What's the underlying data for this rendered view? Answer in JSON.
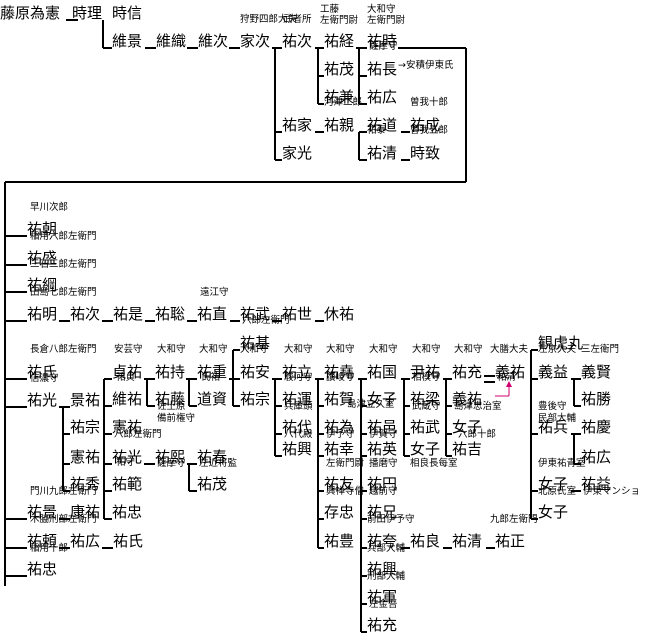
{
  "people": [
    {
      "id": "p1",
      "n": "藤原為憲"
    },
    {
      "id": "p2",
      "n": "時理"
    },
    {
      "id": "p3",
      "n": "時信"
    },
    {
      "id": "p4",
      "n": "維景"
    },
    {
      "id": "p5",
      "n": "維織"
    },
    {
      "id": "p6",
      "n": "維次"
    },
    {
      "id": "p7",
      "n": "家次"
    },
    {
      "id": "p8",
      "n": "祐次"
    },
    {
      "id": "p9",
      "n": "祐経"
    },
    {
      "id": "p10",
      "n": "祐時"
    },
    {
      "id": "p11",
      "n": "祐茂"
    },
    {
      "id": "p12",
      "n": "祐長"
    },
    {
      "id": "p13",
      "n": "祐兼"
    },
    {
      "id": "p14",
      "n": "祐広"
    },
    {
      "id": "p15",
      "n": "祐家"
    },
    {
      "id": "p16",
      "n": "祐親"
    },
    {
      "id": "p17",
      "n": "祐道"
    },
    {
      "id": "p18",
      "n": "祐成"
    },
    {
      "id": "p19",
      "n": "祐清"
    },
    {
      "id": "p20",
      "n": "時致"
    },
    {
      "id": "p21",
      "n": "家光"
    },
    {
      "id": "q1",
      "n": "祐朝"
    },
    {
      "id": "q2",
      "n": "祐盛"
    },
    {
      "id": "q3",
      "n": "祐綱"
    },
    {
      "id": "q4",
      "n": "祐明"
    },
    {
      "id": "q5",
      "n": "祐次"
    },
    {
      "id": "q6",
      "n": "祐是"
    },
    {
      "id": "q7",
      "n": "祐聡"
    },
    {
      "id": "q8",
      "n": "祐直"
    },
    {
      "id": "q9",
      "n": "祐武"
    },
    {
      "id": "q10",
      "n": "祐世"
    },
    {
      "id": "q11",
      "n": "休祐"
    },
    {
      "id": "q12",
      "n": "祐氏"
    },
    {
      "id": "q13",
      "n": "祐光"
    },
    {
      "id": "r1",
      "n": "景祐"
    },
    {
      "id": "r2",
      "n": "祐宗"
    },
    {
      "id": "r3",
      "n": "憲祐"
    },
    {
      "id": "r4",
      "n": "祐秀"
    },
    {
      "id": "r5",
      "n": "貞祐"
    },
    {
      "id": "r6",
      "n": "維祐"
    },
    {
      "id": "r7",
      "n": "憲祐"
    },
    {
      "id": "r8",
      "n": "祐光"
    },
    {
      "id": "r9",
      "n": "祐範"
    },
    {
      "id": "r10",
      "n": "祐忠"
    },
    {
      "id": "r11",
      "n": "祐持"
    },
    {
      "id": "r12",
      "n": "祐藤"
    },
    {
      "id": "r13",
      "n": "祐熙"
    },
    {
      "id": "r14",
      "n": "祐茂"
    },
    {
      "id": "r15",
      "n": "祐重"
    },
    {
      "id": "r16",
      "n": "道資"
    },
    {
      "id": "r17",
      "n": "祐春"
    },
    {
      "id": "r18",
      "n": "祐基"
    },
    {
      "id": "r19",
      "n": "祐安"
    },
    {
      "id": "r20",
      "n": "祐宗"
    },
    {
      "id": "s1",
      "n": "祐立"
    },
    {
      "id": "s2",
      "n": "祐運"
    },
    {
      "id": "s3",
      "n": "祐代"
    },
    {
      "id": "s4",
      "n": "祐興"
    },
    {
      "id": "s5",
      "n": "祐堯"
    },
    {
      "id": "s6",
      "n": "祐賀"
    },
    {
      "id": "s7",
      "n": "祐為"
    },
    {
      "id": "s8",
      "n": "祐幸"
    },
    {
      "id": "s9",
      "n": "祐友"
    },
    {
      "id": "s10",
      "n": "存忠"
    },
    {
      "id": "s11",
      "n": "祐豊"
    },
    {
      "id": "s12",
      "n": "祐国"
    },
    {
      "id": "s13",
      "n": "女子"
    },
    {
      "id": "s14",
      "n": "祐邑"
    },
    {
      "id": "s15",
      "n": "祐英"
    },
    {
      "id": "s16",
      "n": "祐円"
    },
    {
      "id": "s17",
      "n": "祐兄"
    },
    {
      "id": "s18",
      "n": "尹祐"
    },
    {
      "id": "s19",
      "n": "祐梁"
    },
    {
      "id": "s20",
      "n": "祐武"
    },
    {
      "id": "s21",
      "n": "女子"
    },
    {
      "id": "s22",
      "n": "祐充"
    },
    {
      "id": "s23",
      "n": "義祐"
    },
    {
      "id": "s24",
      "n": "義祐"
    },
    {
      "id": "s25",
      "n": "女子"
    },
    {
      "id": "s26",
      "n": "祐吉"
    },
    {
      "id": "t1",
      "n": "祐夸"
    },
    {
      "id": "t2",
      "n": "祐良"
    },
    {
      "id": "t3",
      "n": "祐清"
    },
    {
      "id": "t4",
      "n": "祐正"
    },
    {
      "id": "t5",
      "n": "祐興"
    },
    {
      "id": "t6",
      "n": "祐軍"
    },
    {
      "id": "t7",
      "n": "祐充"
    },
    {
      "id": "u1",
      "n": "観虎丸"
    },
    {
      "id": "u2",
      "n": "義益"
    },
    {
      "id": "u3",
      "n": "義賢"
    },
    {
      "id": "u4",
      "n": "祐勝"
    },
    {
      "id": "u5",
      "n": "祐兵"
    },
    {
      "id": "u6",
      "n": "祐慶"
    },
    {
      "id": "u7",
      "n": "祐広"
    },
    {
      "id": "u8",
      "n": "女子"
    },
    {
      "id": "u9",
      "n": "祐益"
    },
    {
      "id": "u10",
      "n": "女子"
    },
    {
      "id": "v1",
      "n": "祐景"
    },
    {
      "id": "v2",
      "n": "康祐"
    },
    {
      "id": "v3",
      "n": "祐頼"
    },
    {
      "id": "v4",
      "n": "祐広"
    },
    {
      "id": "v5",
      "n": "祐氏"
    },
    {
      "id": "v6",
      "n": "祐忠"
    }
  ],
  "notes": [
    {
      "id": "a1",
      "t": "狩野四郎大夫"
    },
    {
      "id": "a2",
      "t": "武者所"
    },
    {
      "id": "a3",
      "t": "工藤"
    },
    {
      "id": "a4",
      "t": "左衛門尉"
    },
    {
      "id": "a5",
      "t": "大和守"
    },
    {
      "id": "a6",
      "t": "左衛門尉"
    },
    {
      "id": "a7",
      "t": "薩摩守"
    },
    {
      "id": "a8",
      "t": "→安積伊東氏"
    },
    {
      "id": "a9",
      "t": "河津二郎"
    },
    {
      "id": "a10",
      "t": "曽我十郎"
    },
    {
      "id": "a11",
      "t": "祐泰"
    },
    {
      "id": "a12",
      "t": "曽我五郎"
    },
    {
      "id": "b1",
      "t": "早川次郎"
    },
    {
      "id": "b2",
      "t": "稲用六郎左衛門"
    },
    {
      "id": "b3",
      "t": "三石三郎左衛門"
    },
    {
      "id": "b4",
      "t": "田島七郎左衛門"
    },
    {
      "id": "b5",
      "t": "遠江守"
    },
    {
      "id": "b6",
      "t": "六郎左衛門"
    },
    {
      "id": "b7",
      "t": "長倉八郎左衛門"
    },
    {
      "id": "b8",
      "t": "信濃守"
    },
    {
      "id": "c1",
      "t": "安芸守"
    },
    {
      "id": "c2",
      "t": "祐貞"
    },
    {
      "id": "c3",
      "t": "大和守"
    },
    {
      "id": "c4",
      "t": "佐土原"
    },
    {
      "id": "c5",
      "t": "備前権守"
    },
    {
      "id": "c6",
      "t": "大和守"
    },
    {
      "id": "c7",
      "t": "氏祐"
    },
    {
      "id": "c8",
      "t": "八郎左衛門"
    },
    {
      "id": "c9",
      "t": "祐守"
    },
    {
      "id": "c10",
      "t": "薩摩守"
    },
    {
      "id": "c11",
      "t": "左近将監"
    },
    {
      "id": "c12",
      "t": "大和守"
    },
    {
      "id": "d1",
      "t": "大和守"
    },
    {
      "id": "d2",
      "t": "駿河守"
    },
    {
      "id": "d3",
      "t": "兵庫頭"
    },
    {
      "id": "d4",
      "t": "八代殿"
    },
    {
      "id": "d5",
      "t": "大和守"
    },
    {
      "id": "d6",
      "t": "讃岐守"
    },
    {
      "id": "d7",
      "t": "伊予守"
    },
    {
      "id": "d8",
      "t": "左衛門尉"
    },
    {
      "id": "d9",
      "t": "興禅寺僧"
    },
    {
      "id": "d10",
      "t": "大和守"
    },
    {
      "id": "d11",
      "t": "島津立久室"
    },
    {
      "id": "d12",
      "t": "伊賀守"
    },
    {
      "id": "d13",
      "t": "播磨守"
    },
    {
      "id": "d14",
      "t": "越前守"
    },
    {
      "id": "e1",
      "t": "大和守"
    },
    {
      "id": "e2",
      "t": "相模守"
    },
    {
      "id": "e3",
      "t": "武蔵守"
    },
    {
      "id": "e4",
      "t": "相良長每室"
    },
    {
      "id": "e5",
      "t": "大和守"
    },
    {
      "id": "e6",
      "t": "大膳大夫"
    },
    {
      "id": "e7",
      "t": "祐清"
    },
    {
      "id": "e8",
      "t": "島津忠治室"
    },
    {
      "id": "e9",
      "t": "六郎十郎"
    },
    {
      "id": "f1",
      "t": "前田伊予守"
    },
    {
      "id": "f2",
      "t": "九郎左衛門"
    },
    {
      "id": "f3",
      "t": "兵部大輔"
    },
    {
      "id": "f4",
      "t": "刑部大輔"
    },
    {
      "id": "f5",
      "t": "左金吾"
    },
    {
      "id": "g1",
      "t": "左京大夫"
    },
    {
      "id": "g2",
      "t": "三左衛門"
    },
    {
      "id": "g3",
      "t": "豊後守"
    },
    {
      "id": "g4",
      "t": "民部大輔"
    },
    {
      "id": "g5",
      "t": "伊東祐青室"
    },
    {
      "id": "g6",
      "t": "北原氏室"
    },
    {
      "id": "g7",
      "t": "伊東マンショ"
    },
    {
      "id": "h1",
      "t": "門川九郎左衛門"
    },
    {
      "id": "h2",
      "t": "木脇刑部左衛門"
    },
    {
      "id": "h3",
      "t": "稲用十郎"
    }
  ]
}
